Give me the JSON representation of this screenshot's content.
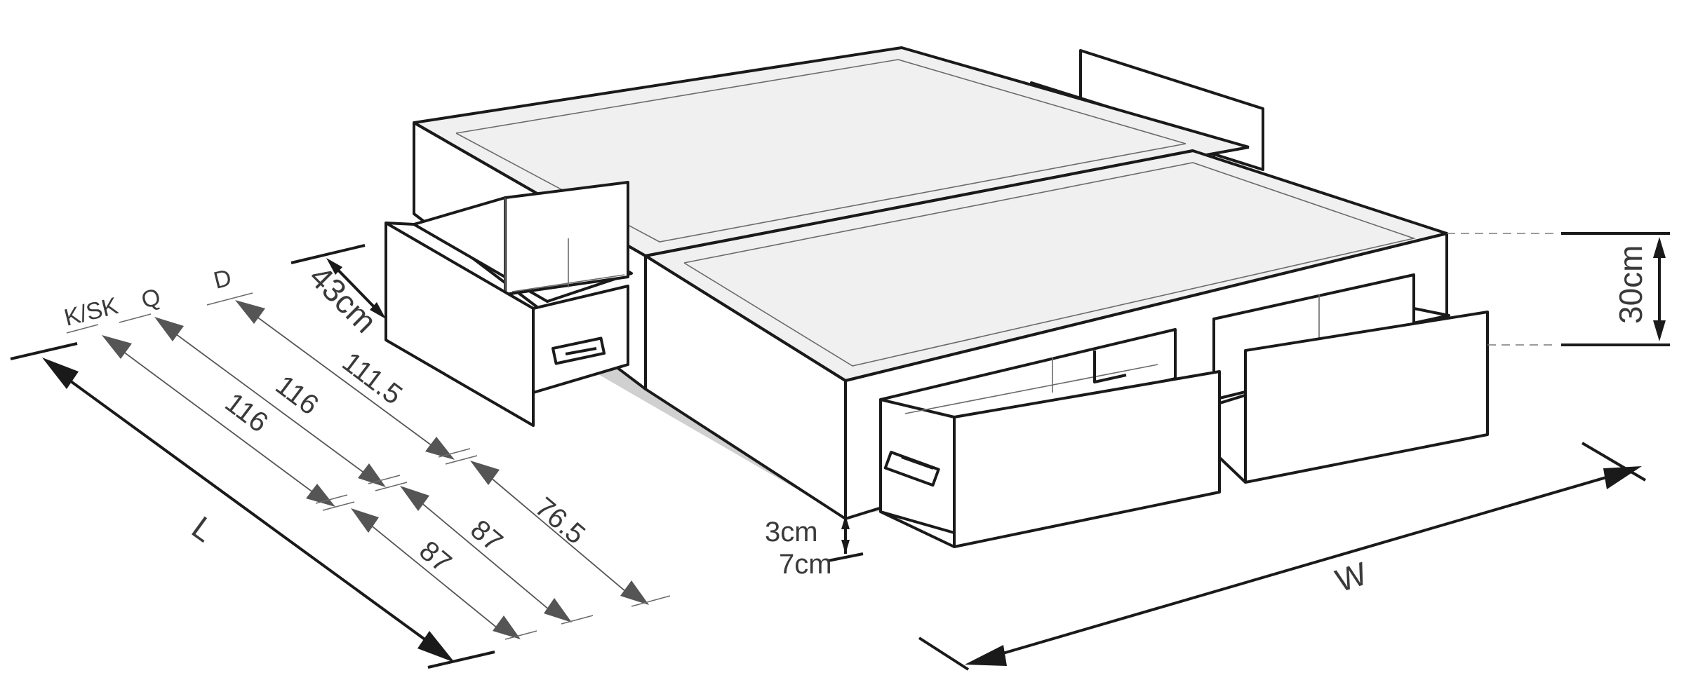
{
  "labels": {
    "k_sk": "K/SK",
    "q": "Q",
    "d": "D",
    "drawer_depth": "43cm",
    "length": "L",
    "width": "W",
    "height": "30cm",
    "clearance_min": "3cm",
    "clearance_max": "7cm"
  },
  "dimensions": {
    "k_sk_front": "116",
    "k_sk_back": "87",
    "q_front": "116",
    "q_back": "87",
    "d_front": "111.5",
    "d_back": "76.5"
  },
  "colors": {
    "outline": "#1a1a1a",
    "top_surface": "#f0f0f0",
    "shadow": "#d0d0d0",
    "dimension": "#555555"
  }
}
